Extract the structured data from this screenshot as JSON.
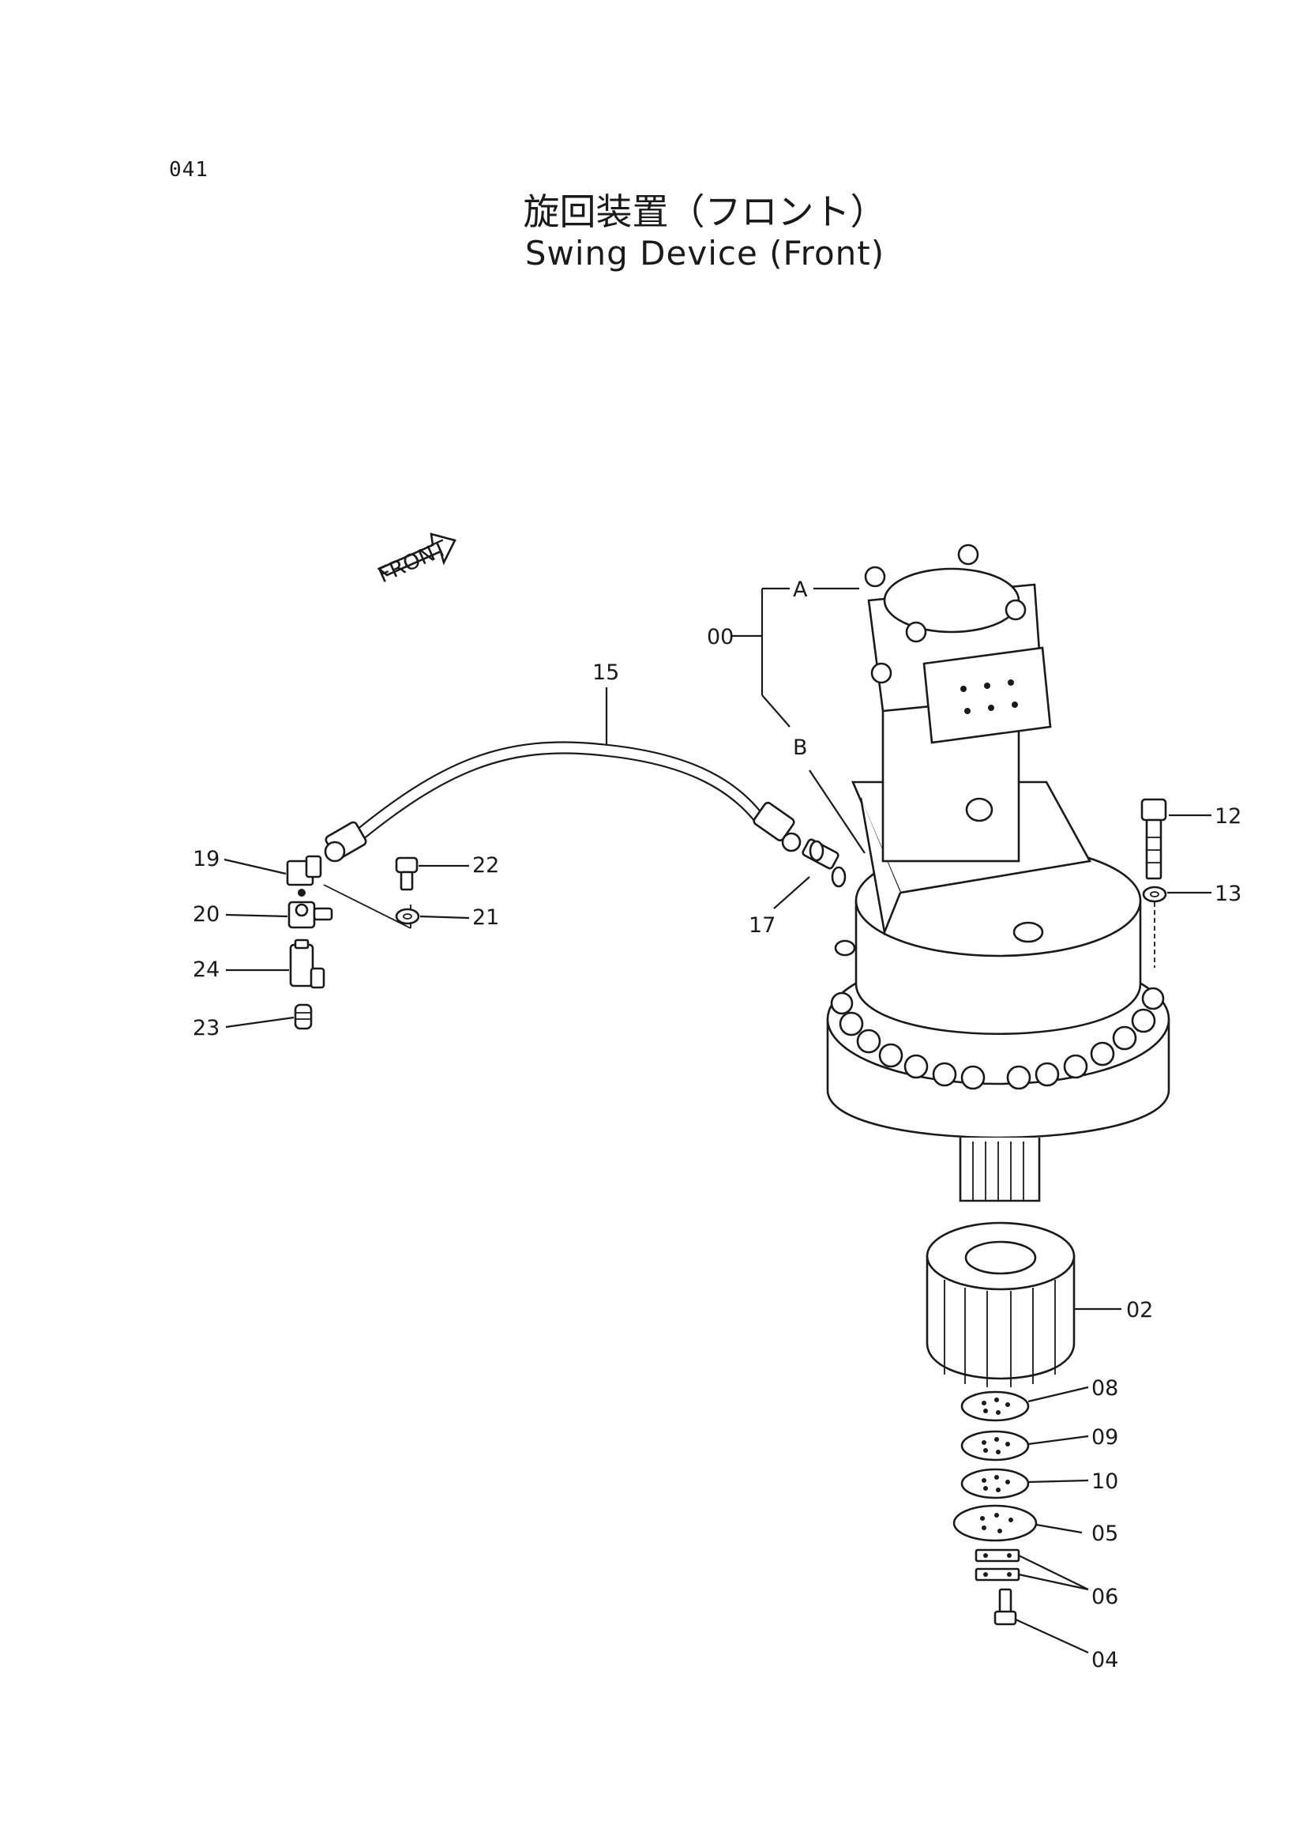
{
  "page_number": "041",
  "title_jp": "旋回装置（フロント）",
  "title_en": "Swing Device (Front)",
  "front_marker": "FRONT",
  "callouts": {
    "c00": "00",
    "cA": "A",
    "cB": "B",
    "c02": "02",
    "c04": "04",
    "c05": "05",
    "c06": "06",
    "c08": "08",
    "c09": "09",
    "c10": "10",
    "c12": "12",
    "c13": "13",
    "c15": "15",
    "c17": "17",
    "c19": "19",
    "c20": "20",
    "c21": "21",
    "c22": "22",
    "c23": "23",
    "c24": "24"
  }
}
